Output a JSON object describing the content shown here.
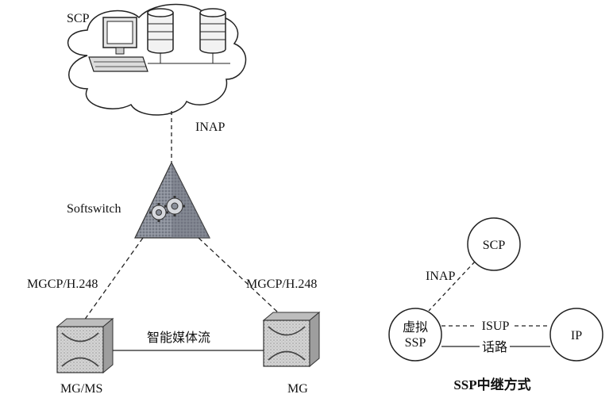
{
  "left_diagram": {
    "scp_label": "SCP",
    "inap_label": "INAP",
    "softswitch_label": "Softswitch",
    "mgcp_left_label": "MGCP/H.248",
    "mgcp_right_label": "MGCP/H.248",
    "media_stream_label": "智能媒体流",
    "mg_ms_label": "MG/MS",
    "mg_label": "MG"
  },
  "right_diagram": {
    "scp_node": "SCP",
    "inap_label": "INAP",
    "virtual_ssp_line1": "虚拟",
    "virtual_ssp_line2": "SSP",
    "isup_label": "ISUP",
    "speech_label": "话路",
    "ip_node": "IP",
    "caption": "SSP中继方式"
  },
  "colors": {
    "line": "#222222",
    "softswitch_fill": "#8a8f9a",
    "gateway_fill": "#c9c9c9"
  }
}
